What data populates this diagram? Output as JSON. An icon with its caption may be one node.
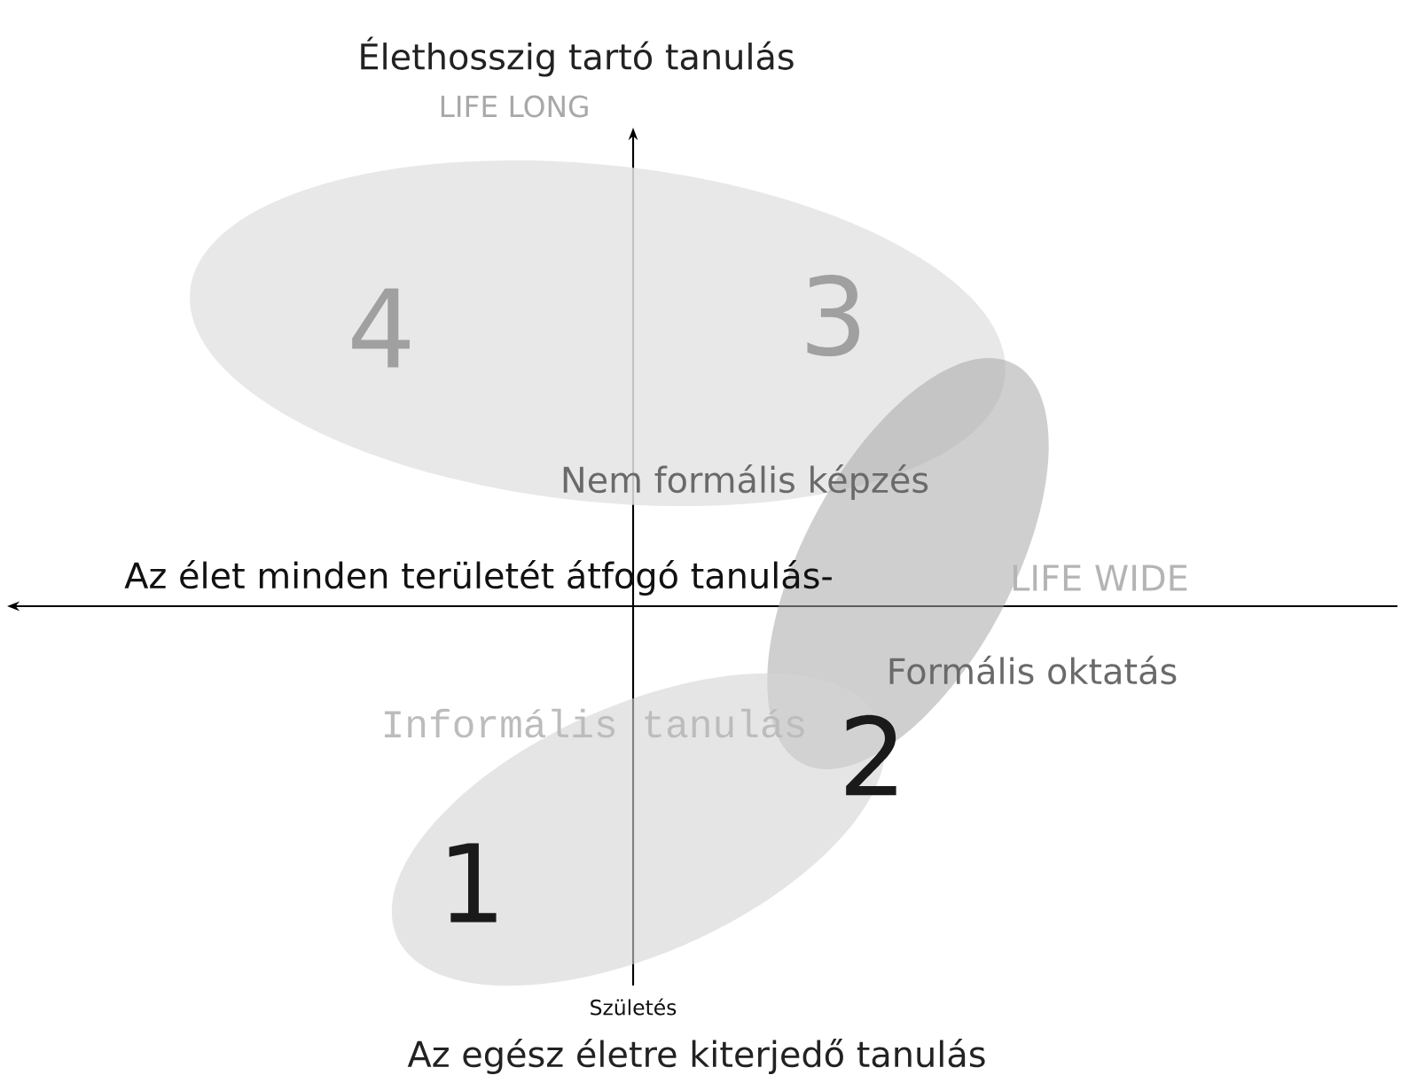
{
  "diagram": {
    "nodes": [
      {
        "text": [
          "4",
          "3",
          "Nem formális képzés"
        ]
      },
      {
        "text": [
          "Formális oktatás",
          "2"
        ]
      },
      {
        "text": [
          "Informális tanulás",
          "1"
        ]
      }
    ],
    "labels": [
      "Élethosszig tartó tanulás",
      "LIFE LONG",
      "Az élet minden területét átfogó tanulás-",
      "LIFE WIDE",
      "Születés",
      "Az egész életre kiterjedő tanulás"
    ]
  }
}
